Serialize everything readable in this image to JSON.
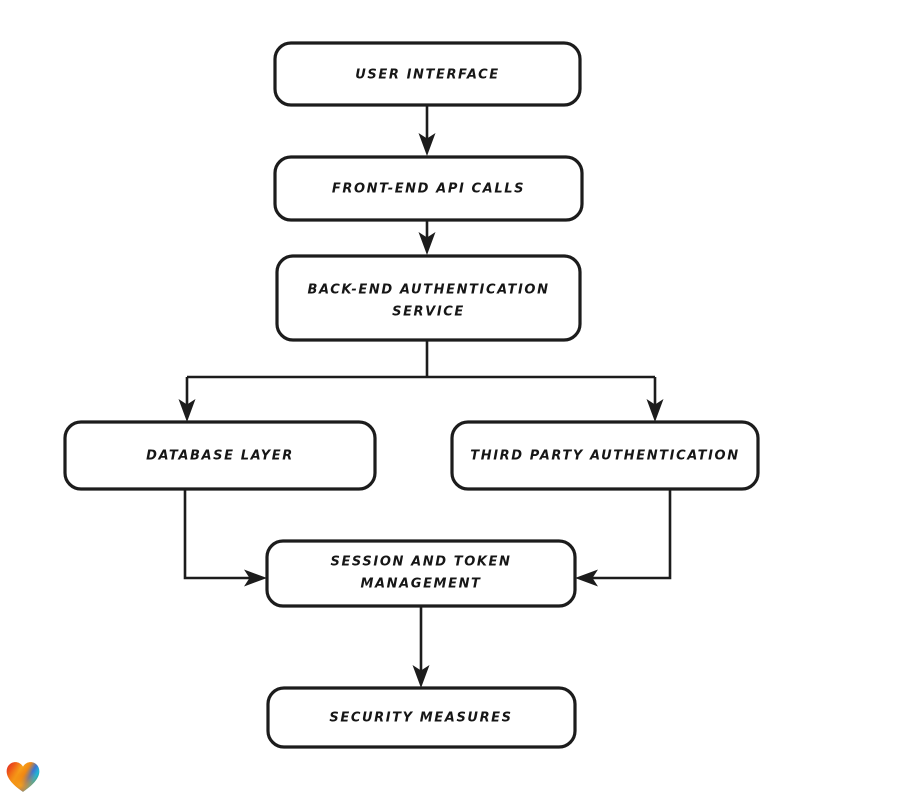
{
  "diagram": {
    "title": "Authentication Architecture Flowchart",
    "type": "flowchart",
    "style": "hand-drawn",
    "background_color": "#ffffff",
    "stroke_color": "#1c1c1c",
    "text_color": "#161616",
    "nodes": [
      {
        "id": "user-interface",
        "label": "USER INTERFACE",
        "lines": [
          "USER INTERFACE"
        ]
      },
      {
        "id": "front-end-api-calls",
        "label": "FRONT-END API CALLS",
        "lines": [
          "FRONT-END API CALLS"
        ]
      },
      {
        "id": "back-end-authentication-service",
        "label": "BACK-END AUTHENTICATION SERVICE",
        "lines": [
          "BACK-END AUTHENTICATION",
          "SERVICE"
        ]
      },
      {
        "id": "database-layer",
        "label": "DATABASE LAYER",
        "lines": [
          "DATABASE LAYER"
        ]
      },
      {
        "id": "third-party-authentication",
        "label": "THIRD PARTY AUTHENTICATION",
        "lines": [
          "THIRD PARTY AUTHENTICATION"
        ]
      },
      {
        "id": "session-and-token-management",
        "label": "SESSION AND TOKEN MANAGEMENT",
        "lines": [
          "SESSION AND TOKEN",
          "MANAGEMENT"
        ]
      },
      {
        "id": "security-measures",
        "label": "SECURITY MEASURES",
        "lines": [
          "SECURITY MEASURES"
        ]
      }
    ],
    "edges": [
      {
        "from": "user-interface",
        "to": "front-end-api-calls",
        "direction": "down"
      },
      {
        "from": "front-end-api-calls",
        "to": "back-end-authentication-service",
        "direction": "down"
      },
      {
        "from": "back-end-authentication-service",
        "to": "database-layer",
        "direction": "down-left-branch"
      },
      {
        "from": "back-end-authentication-service",
        "to": "third-party-authentication",
        "direction": "down-right-branch"
      },
      {
        "from": "database-layer",
        "to": "session-and-token-management",
        "direction": "elbow-right"
      },
      {
        "from": "third-party-authentication",
        "to": "session-and-token-management",
        "direction": "elbow-left"
      },
      {
        "from": "session-and-token-management",
        "to": "security-measures",
        "direction": "down"
      }
    ]
  },
  "watermark": {
    "icon": "heart-icon",
    "colors": {
      "red": "#e0252a",
      "orange": "#f2820c",
      "amber": "#f7a21b",
      "blue": "#2f6fd0",
      "cyan": "#20b6d8",
      "teal": "#22a38a"
    }
  }
}
